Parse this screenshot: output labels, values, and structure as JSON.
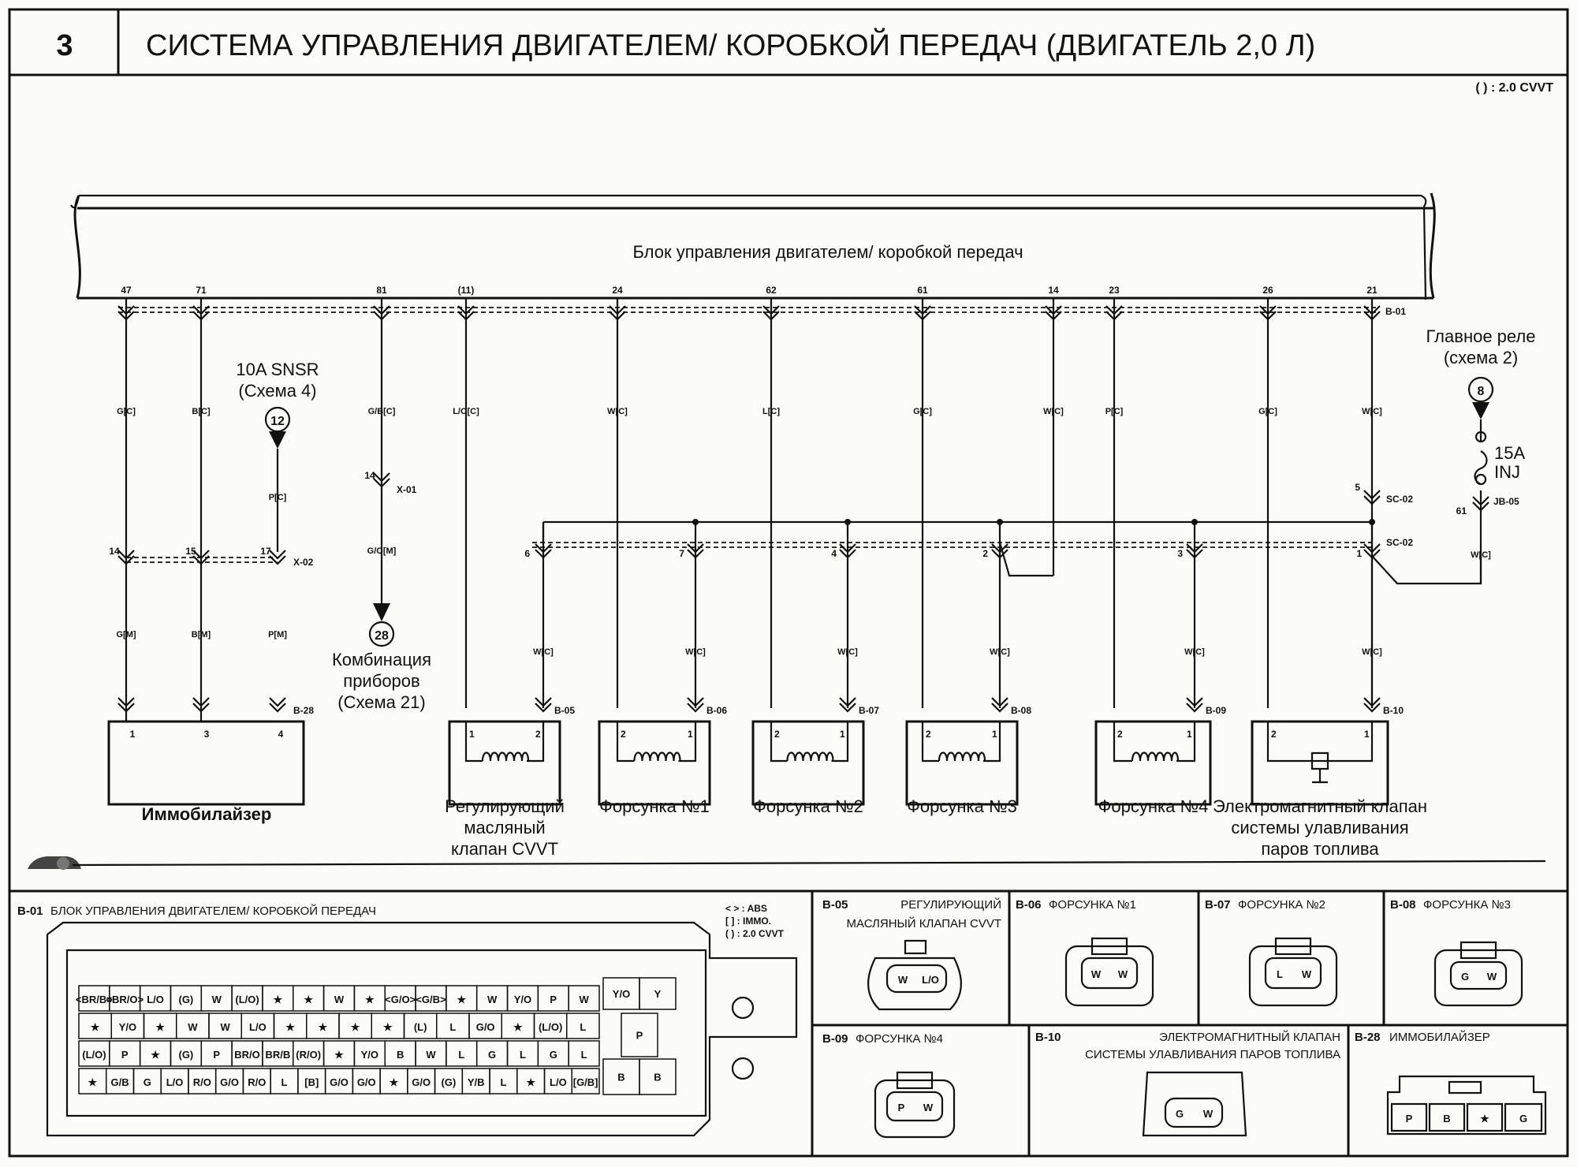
{
  "header": {
    "number": "3",
    "title": "СИСТЕМА УПРАВЛЕНИЯ ДВИГАТЕЛЕМ/ КОРОБКОЙ ПЕРЕДАЧ (ДВИГАТЕЛЬ 2,0 Л)"
  },
  "note_top": "( ) : 2.0 CVVT",
  "ecu_label": "Блок управления двигателем/ коробкой передач",
  "ecu_connector": "B-01",
  "ecu_pins": [
    "47",
    "71",
    "81",
    "(11)",
    "24",
    "62",
    "61",
    "14",
    "23",
    "26",
    "21"
  ],
  "wire_colors": [
    "G[C]",
    "B[C]",
    "G/B[C]",
    "L/O[C]",
    "W[C]",
    "L[C]",
    "G[C]",
    "W[C]",
    "P[C]",
    "G[C]",
    "W[C]"
  ],
  "refs": {
    "snsr": {
      "line1": "10A SNSR",
      "line2": "(Схема 4)",
      "num": "12"
    },
    "relay": {
      "line1": "Главное реле",
      "line2": "(схема 2)",
      "num": "8"
    },
    "cluster": {
      "num": "28",
      "line1": "Комбинация",
      "line2": "приборов",
      "line3": "(Схема 21)"
    }
  },
  "fuse": {
    "line1": "15A",
    "line2": "INJ",
    "pin": "61",
    "conn": "JB-05"
  },
  "x01": {
    "pin": "14",
    "conn": "X-01",
    "wire_in": "G/O[M]"
  },
  "x02": {
    "conn": "X-02",
    "pins": [
      "14",
      "15",
      "17"
    ]
  },
  "immo_wires": [
    "P[C]",
    "G[M]",
    "B[M]",
    "P[M]"
  ],
  "sc02": {
    "conn": "SC-02",
    "upper_pin": "5",
    "pins": [
      "6",
      "7",
      "4",
      "2",
      "3",
      "1"
    ]
  },
  "lower_wire": "W[C]",
  "relay_wire": "W[C]",
  "components": [
    {
      "conn": "B-28",
      "pins": [
        "1",
        "3",
        "4"
      ],
      "name": "Иммобилайзер"
    },
    {
      "conn": "B-05",
      "pins": [
        "1",
        "2"
      ],
      "name_lines": [
        "Регулирующий",
        "масляный",
        "клапан CVVT"
      ]
    },
    {
      "conn": "B-06",
      "pins": [
        "2",
        "1"
      ],
      "name_lines": [
        "Форсунка №1"
      ]
    },
    {
      "conn": "B-07",
      "pins": [
        "2",
        "1"
      ],
      "name_lines": [
        "Форсунка №2"
      ]
    },
    {
      "conn": "B-08",
      "pins": [
        "2",
        "1"
      ],
      "name_lines": [
        "Форсунка №3"
      ]
    },
    {
      "conn": "B-09",
      "pins": [
        "2",
        "1"
      ],
      "name_lines": [
        "Форсунка №4"
      ]
    },
    {
      "conn": "B-10",
      "pins": [
        "2",
        "1"
      ],
      "name_lines": [
        "Электромагнитный клапан",
        "системы улавливания",
        "паров топлива"
      ]
    }
  ],
  "legend": {
    "b01": {
      "code": "B-01",
      "title": "БЛОК УПРАВЛЕНИЯ ДВИГАТЕЛЕМ/ КОРОБКОЙ ПЕРЕДАЧ",
      "notes": [
        "< > : ABS",
        "[ ] : IMMO.",
        "( ) : 2.0 CVVT"
      ]
    },
    "b05": {
      "code": "B-05",
      "title_lines": [
        "РЕГУЛИРУЮЩИЙ",
        "МАСЛЯНЫЙ КЛАПАН CVVT"
      ],
      "cells": [
        "W",
        "L/O"
      ]
    },
    "b06": {
      "code": "B-06",
      "title": "ФОРСУНКА №1",
      "cells": [
        "W",
        "W"
      ]
    },
    "b07": {
      "code": "B-07",
      "title": "ФОРСУНКА №2",
      "cells": [
        "L",
        "W"
      ]
    },
    "b08": {
      "code": "B-08",
      "title": "ФОРСУНКА №3",
      "cells": [
        "G",
        "W"
      ]
    },
    "b09": {
      "code": "B-09",
      "title": "ФОРСУНКА №4",
      "cells": [
        "P",
        "W"
      ]
    },
    "b10": {
      "code": "B-10",
      "title_lines": [
        "ЭЛЕКТРОМАГНИТНЫЙ КЛАПАН",
        "СИСТЕМЫ УЛАВЛИВАНИЯ ПАРОВ ТОПЛИВА"
      ],
      "cells": [
        "G",
        "W"
      ]
    },
    "b28": {
      "code": "B-28",
      "title": "ИММОБИЛАЙЗЕР",
      "cells": [
        "P",
        "B",
        "★",
        "G"
      ]
    }
  },
  "pinout": {
    "rows": [
      [
        "<BR/B>",
        "<BR/O>",
        "L/O",
        "(G)",
        "W",
        "(L/O)",
        "★",
        "★",
        "W",
        "★",
        "<G/O>",
        "<G/B>",
        "★",
        "W",
        "Y/O",
        "P",
        "W"
      ],
      [
        "★",
        "Y/O",
        "★",
        "W",
        "W",
        "L/O",
        "★",
        "★",
        "★",
        "★",
        "(L)",
        "L",
        "G/O",
        "★",
        "(L/O)",
        "L"
      ],
      [
        "(L/O)",
        "P",
        "★",
        "(G)",
        "P",
        "BR/O",
        "BR/B",
        "(R/O)",
        "★",
        "Y/O",
        "B",
        "W",
        "L",
        "G",
        "L",
        "G",
        "L"
      ],
      [
        "★",
        "G/B",
        "G",
        "L/O",
        "R/O",
        "G/O",
        "R/O",
        "L",
        "[B]",
        "G/O",
        "G/O",
        "★",
        "G/O",
        "(G)",
        "Y/B",
        "L",
        "★",
        "L/O",
        "[G/B]"
      ]
    ],
    "right": [
      "Y/O",
      "Y",
      "P",
      "B",
      "B"
    ]
  }
}
